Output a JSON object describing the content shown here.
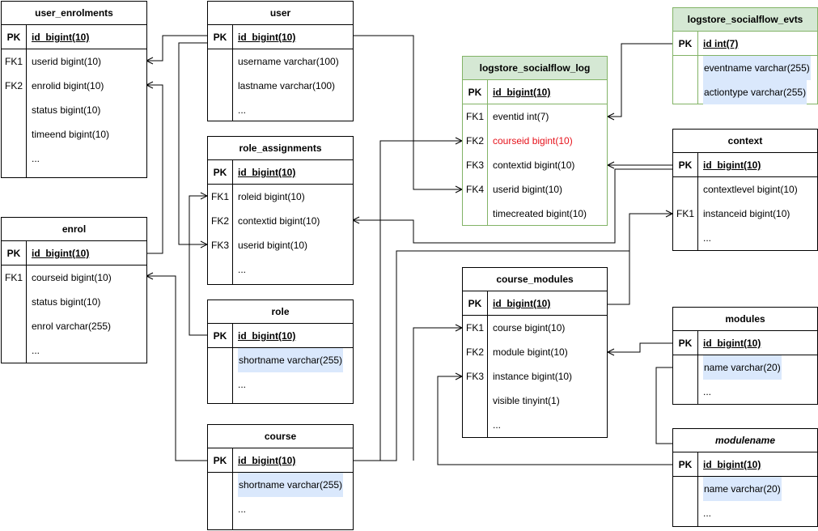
{
  "tables": {
    "user_enrolments": {
      "title": "user_enrolments",
      "rows": [
        {
          "key": "PK",
          "field": "id_bigint(10)"
        },
        {
          "key": "FK1",
          "field": "userid bigint(10)"
        },
        {
          "key": "FK2",
          "field": "enrolid bigint(10)"
        },
        {
          "key": "",
          "field": "status bigint(10)"
        },
        {
          "key": "",
          "field": "timeend bigint(10)"
        },
        {
          "key": "",
          "field": "..."
        }
      ]
    },
    "user": {
      "title": "user",
      "rows": [
        {
          "key": "PK",
          "field": "id_bigint(10)"
        },
        {
          "key": "",
          "field": "username varchar(100)"
        },
        {
          "key": "",
          "field": "lastname  varchar(100)"
        },
        {
          "key": "",
          "field": "..."
        }
      ]
    },
    "role_assignments": {
      "title": "role_assignments",
      "rows": [
        {
          "key": "PK",
          "field": "id_bigint(10)"
        },
        {
          "key": "FK1",
          "field": "roleid bigint(10)"
        },
        {
          "key": "FK2",
          "field": "contextid bigint(10)"
        },
        {
          "key": "FK3",
          "field": "userid bigint(10)"
        },
        {
          "key": "",
          "field": "..."
        }
      ]
    },
    "enrol": {
      "title": "enrol",
      "rows": [
        {
          "key": "PK",
          "field": "id_bigint(10)"
        },
        {
          "key": "FK1",
          "field": "courseid bigint(10)"
        },
        {
          "key": "",
          "field": "status bigint(10)"
        },
        {
          "key": "",
          "field": "enrol varchar(255)"
        },
        {
          "key": "",
          "field": "..."
        }
      ]
    },
    "role": {
      "title": "role",
      "rows": [
        {
          "key": "PK",
          "field": "id_bigint(10)"
        },
        {
          "key": "",
          "field": "shortname  varchar(255)"
        },
        {
          "key": "",
          "field": " ..."
        }
      ]
    },
    "course": {
      "title": "course",
      "rows": [
        {
          "key": "PK",
          "field": "id_bigint(10)"
        },
        {
          "key": "",
          "field": "shortname  varchar(255)"
        },
        {
          "key": "",
          "field": "..."
        }
      ]
    },
    "logstore_socialflow_log": {
      "title": "logstore_socialflow_log",
      "rows": [
        {
          "key": "PK",
          "field": "id_bigint(10)"
        },
        {
          "key": "FK1",
          "field": "eventid  int(7)"
        },
        {
          "key": "FK2",
          "field": "courseid  bigint(10)"
        },
        {
          "key": "FK3",
          "field": "contextid  bigint(10)"
        },
        {
          "key": "FK4",
          "field": "userid  bigint(10)"
        },
        {
          "key": "",
          "field": "timecreated bigint(10)"
        }
      ]
    },
    "logstore_socialflow_evts": {
      "title": "logstore_socialflow_evts",
      "rows": [
        {
          "key": "PK",
          "field": "id int(7)"
        },
        {
          "key": "",
          "field": "eventname  varchar(255)"
        },
        {
          "key": "",
          "field": "actiontype  varchar(255)"
        }
      ]
    },
    "context": {
      "title": "context",
      "rows": [
        {
          "key": "PK",
          "field": "id_bigint(10)"
        },
        {
          "key": "",
          "field": "contextlevel  bigint(10)"
        },
        {
          "key": "FK1",
          "field": "instanceid  bigint(10)"
        },
        {
          "key": "",
          "field": "..."
        }
      ]
    },
    "course_modules": {
      "title": "course_modules",
      "rows": [
        {
          "key": "PK",
          "field": "id_bigint(10)"
        },
        {
          "key": "FK1",
          "field": "course  bigint(10)"
        },
        {
          "key": "FK2",
          "field": "module  bigint(10)"
        },
        {
          "key": "FK3",
          "field": "instance  bigint(10)"
        },
        {
          "key": "",
          "field": "visible  tinyint(1)"
        },
        {
          "key": "",
          "field": "..."
        }
      ]
    },
    "modules": {
      "title": "modules",
      "rows": [
        {
          "key": "PK",
          "field": "id_bigint(10)"
        },
        {
          "key": "",
          "field": "name varchar(20)"
        },
        {
          "key": "",
          "field": "..."
        }
      ]
    },
    "modulename": {
      "title": "modulename",
      "rows": [
        {
          "key": "PK",
          "field": "id_bigint(10)"
        },
        {
          "key": "",
          "field": "name varchar(20)"
        },
        {
          "key": "",
          "field": "..."
        }
      ]
    }
  },
  "colors": {
    "log_table_fill": "#d5e8d4",
    "log_table_border": "#82b366",
    "highlight_field": "#dae8fc",
    "courseid_text": "#e6121b"
  }
}
